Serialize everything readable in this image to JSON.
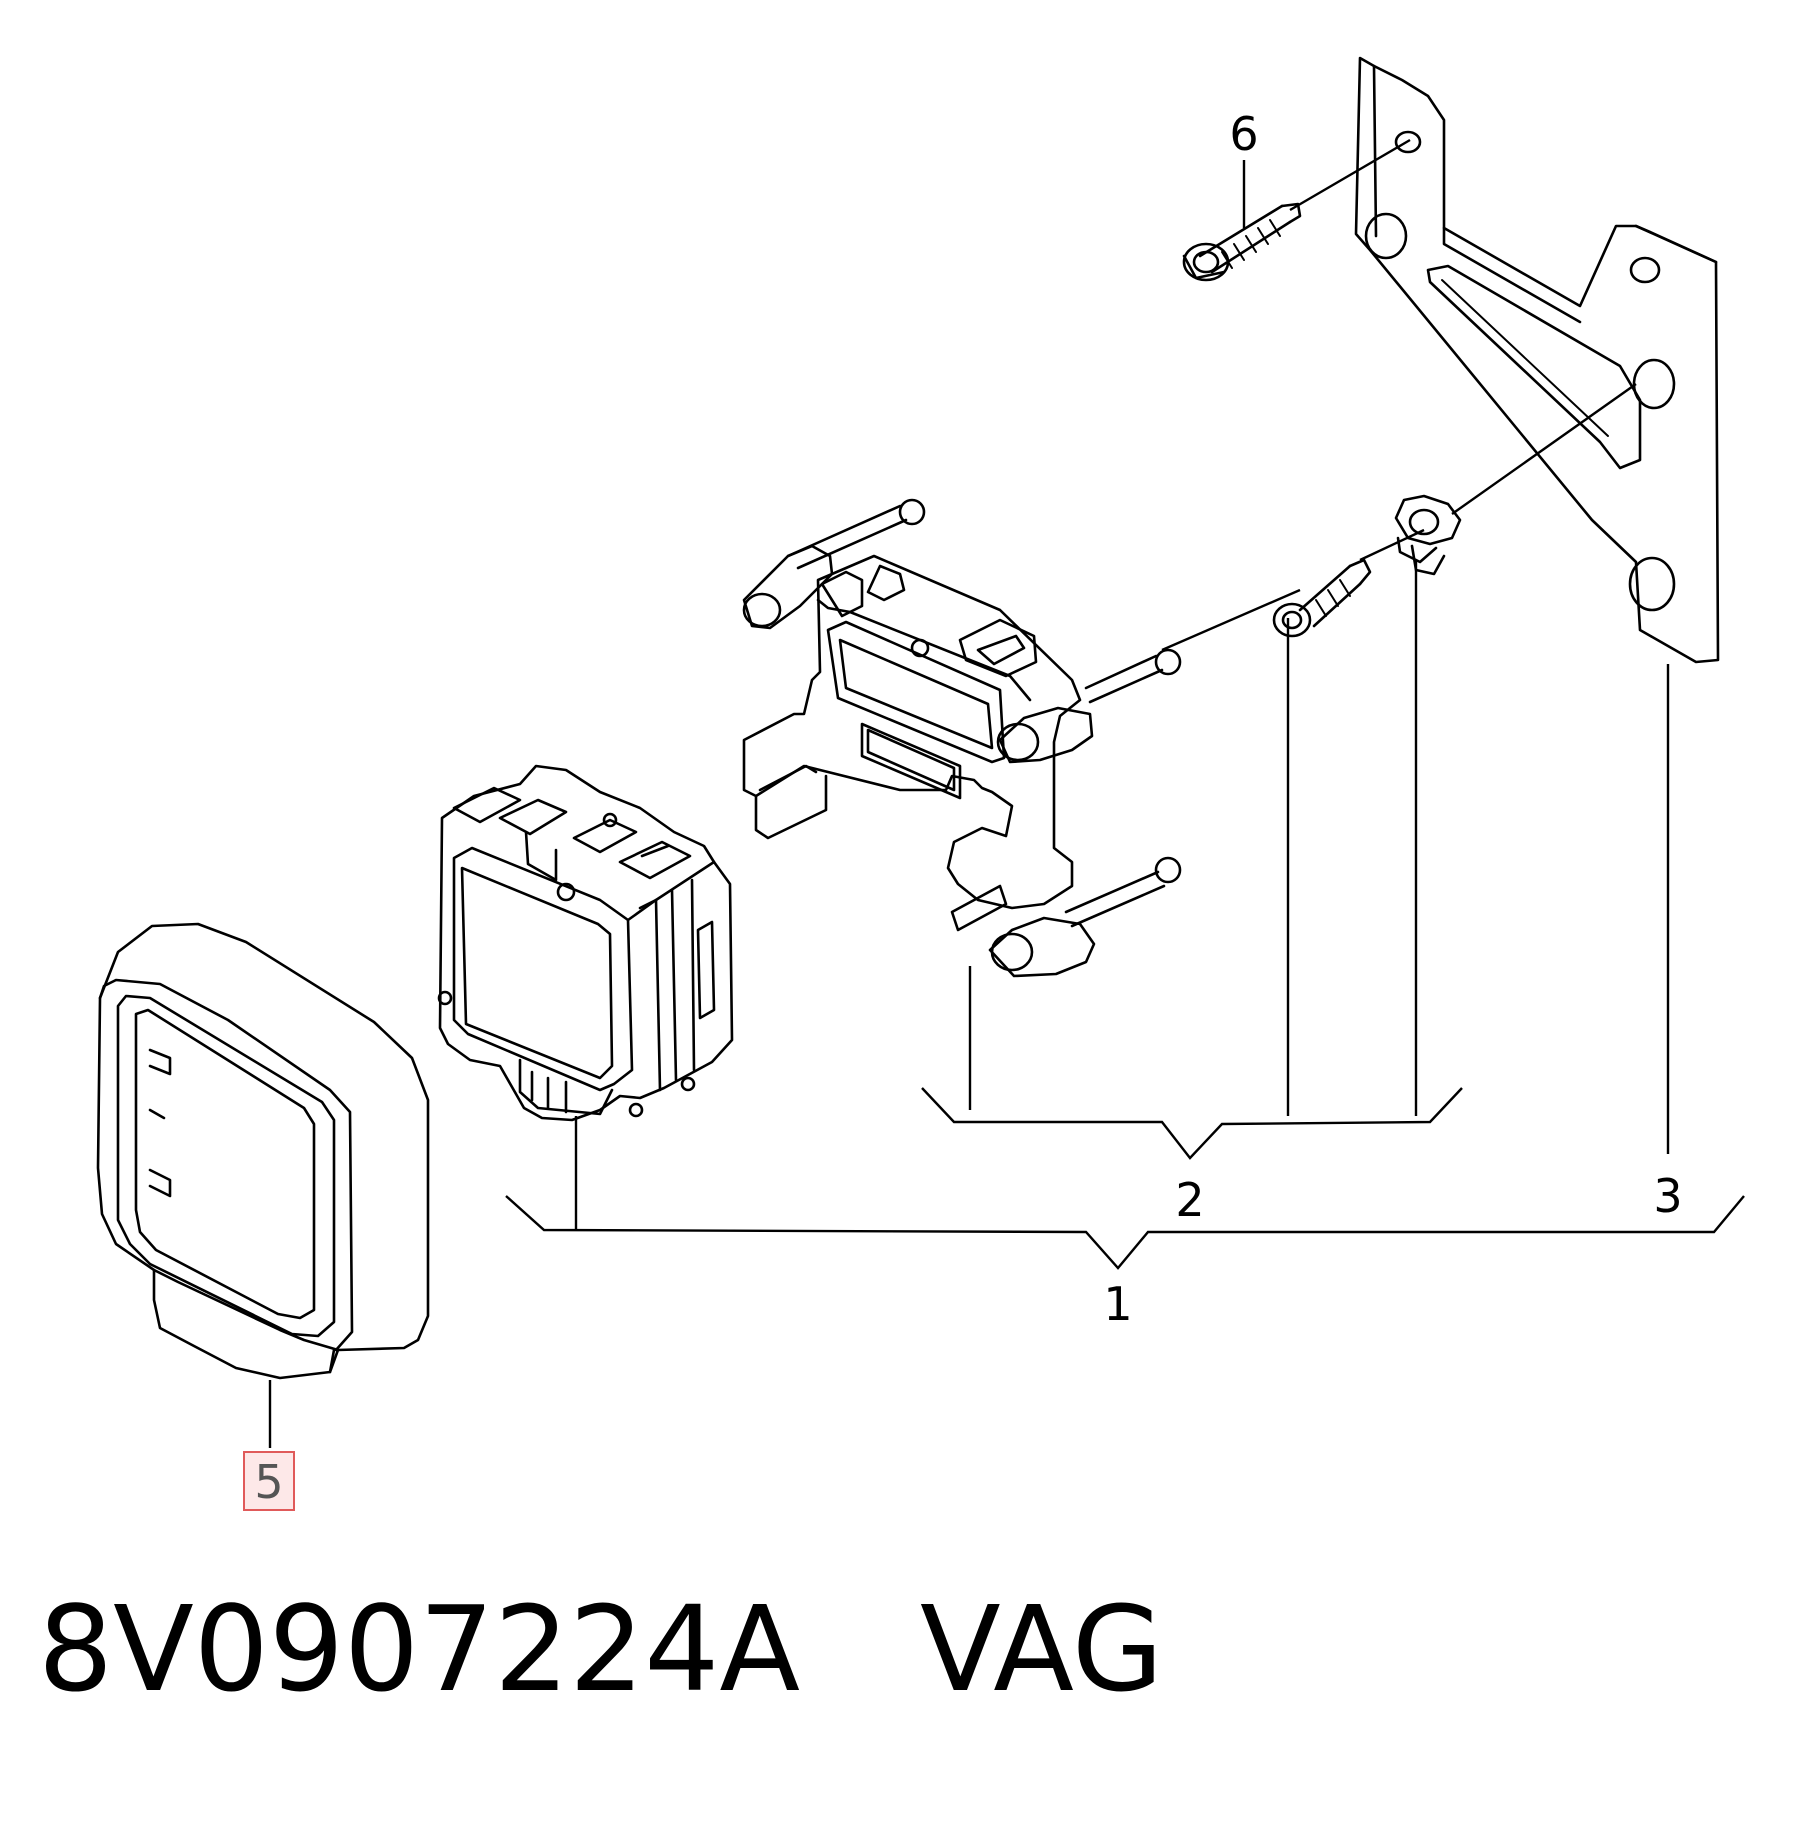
{
  "labels": {
    "p1": "1",
    "p2": "2",
    "p3": "3",
    "p5": "5",
    "p6": "6"
  },
  "footer": {
    "part_number": "8V0907224A",
    "brand": "VAG"
  },
  "colors": {
    "line": "#000000",
    "highlight_fill": "#fde8e8",
    "highlight_stroke": "#e05a5a"
  }
}
